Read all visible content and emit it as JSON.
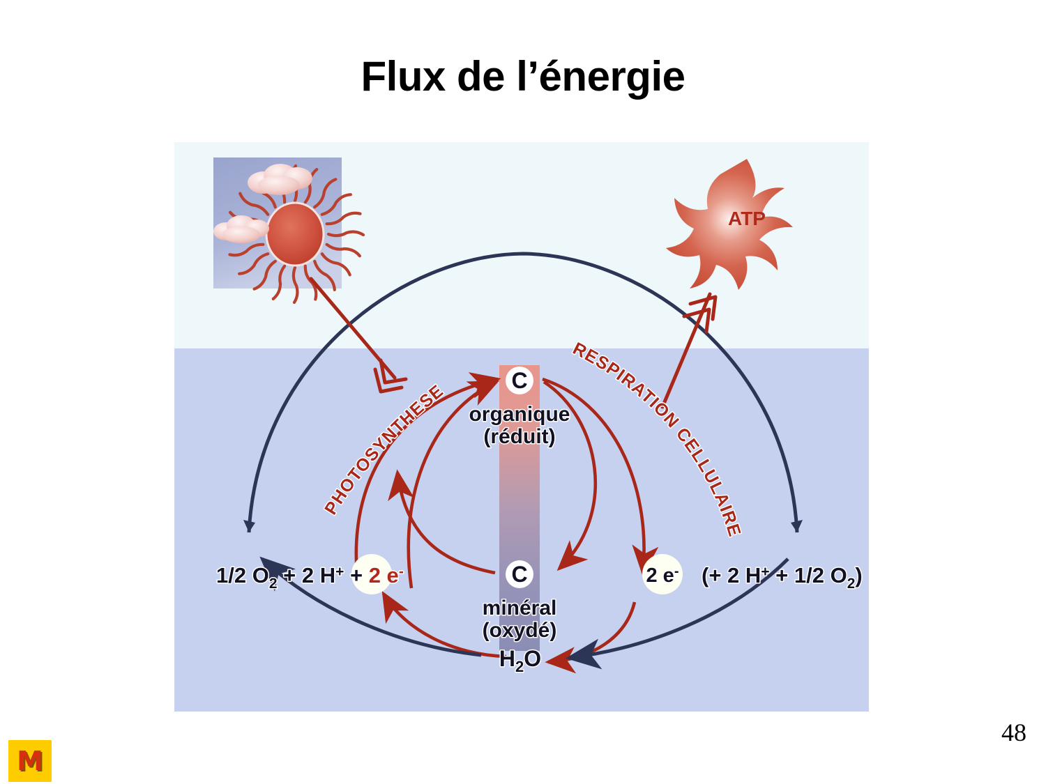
{
  "slide": {
    "title": "Flux de l’énergie",
    "page_number": "48",
    "logo_letter": "M"
  },
  "figure": {
    "name": "energy-flow-diagram",
    "process_labels": {
      "photosynthesis": "PHOTOSYNTHESE",
      "cellular_respiration": "RESPIRATION CELLULAIRE"
    },
    "carbon_pools": {
      "organic": {
        "symbol": "C",
        "line1": "organique",
        "line2": "(réduit)"
      },
      "mineral": {
        "symbol": "C",
        "line1": "minéral",
        "line2": "(oxydé)"
      }
    },
    "electron_left": "2 e-",
    "electron_right": "2 e-",
    "equation_left_black_a": "1/2 O",
    "equation_left_sub_a": "2",
    "equation_left_black_b": " + 2 H",
    "equation_left_sup_b": "+",
    "equation_left_black_c": " + ",
    "equation_left_full": "1/2 O2 + 2 H+ + 2 e-",
    "equation_right_full": "(+ 2 H+ + 1/2 O2)",
    "water_label": "H2O",
    "energy_source": "sun",
    "energy_product": "ATP",
    "colors": {
      "sky_upper": "#eef7fa",
      "ground_lower": "#c6d1ef",
      "sky_panel": "#9ba6ce",
      "arc_navy": "#2d3557",
      "arrow_red": "#a82718",
      "carbon_bar_top": "#e59b94",
      "carbon_bar_bottom": "#8b8db5",
      "atp_red": "#cf5a47",
      "sun_red": "#c8442f",
      "logo_yellow": "#ffcc00",
      "logo_red": "#d6300f"
    }
  }
}
